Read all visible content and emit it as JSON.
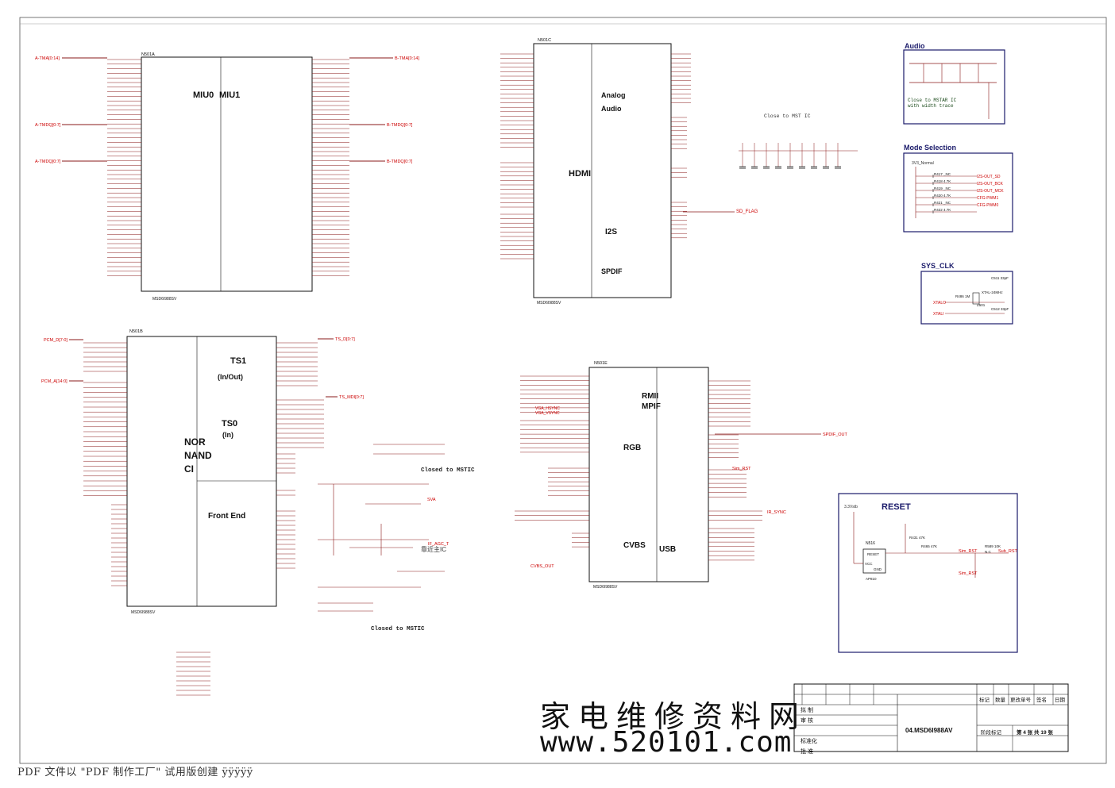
{
  "chips": {
    "u_a": {
      "ref": "N501A",
      "part": "MSD6I988SV"
    },
    "u_c": {
      "ref": "N501C",
      "part": "MSD6I988SV"
    },
    "u_b": {
      "ref": "N501B",
      "part": "MSD6I988SV"
    },
    "u_e": {
      "ref": "N501E",
      "part": "MSD6I988SV"
    }
  },
  "blocks": {
    "miu0": "MIU0",
    "miu1": "MIU1",
    "analog_audio": [
      "Analog",
      "Audio"
    ],
    "hdmi": "HDMI",
    "i2s": "I2S",
    "spdif": "SPDIF",
    "ts1": [
      "TS1",
      "(In/Out)"
    ],
    "ts0": [
      "TS0",
      "(In)"
    ],
    "nor_nand_ci": [
      "NOR",
      "NAND",
      "CI"
    ],
    "front_end": "Front End",
    "rmii": [
      "RMII",
      "MPIF"
    ],
    "rgb": "RGB",
    "cvbs": "CVBS",
    "usb": "USB"
  },
  "sections": {
    "audio": "Audio",
    "mode_selection": "Mode Selection",
    "sys_clk": "SYS_CLK",
    "reset": "RESET"
  },
  "notes": {
    "close_mstar": "Close to MSTAR IC",
    "with_width": "with width trace",
    "close_mst_ic": "Close to MST IC",
    "closed_mstic_1": "Closed to MSTIC",
    "closed_mstic_2": "Closed to MSTIC",
    "close_near": "靠近主IC"
  },
  "nets": {
    "a_tma": "A-TMA[0:14]",
    "a_tmdq_a": "A-TMDQ[0:7]",
    "a_tmdq_b": "A-TMDQ[0:7]",
    "b_tma": "B-TMA[0:14]",
    "b_tmdq_a": "B-TMDQ[0:7]",
    "b_tmdq_b": "B-TMDQ[0:7]",
    "pcm_d": "PCM_D[7:0]",
    "pcm_a": "PCM_A[14:0]",
    "ts_d": "TS_D[0:7]",
    "ts_mdi": "TS_MDI[0:7]",
    "sd_flag": "SD_FLAG",
    "spdif_out": "SPDIF_OUT",
    "sim_rst": "Sim_RST",
    "sub_rst": "Sub_RST",
    "ir_sync": "IR_SYNC",
    "vga_hsync": "VGA_HSYNC",
    "vga_vsync": "VGA_VSYNC",
    "if_agc_t": "IF_AGC_T",
    "cvbs_out": "CVBS_OUT",
    "sva": "SVA"
  },
  "mode_rows": [
    {
      "r": "R417",
      "v": "_NC",
      "net": "I2S-OUT_SD"
    },
    {
      "r": "R418",
      "v": "4.7K",
      "net": "I2S-OUT_BCK"
    },
    {
      "r": "R419",
      "v": "_NC",
      "net": "I2S-OUT_MCK"
    },
    {
      "r": "R420",
      "v": "4.7K",
      "net": "CFG-PWM1"
    },
    {
      "r": "R421",
      "v": "_NC",
      "net": "CFG-PWM0"
    },
    {
      "r": "R422",
      "v": "4.7K",
      "net": ""
    }
  ],
  "mode_rail": "3V3_Normal",
  "sysclk": {
    "xin": "XTALO",
    "xout": "XTALI",
    "crystal": "XTAL-24MHz",
    "r": "R486 1M",
    "c1": "C511 33pF",
    "c2": "C512 33pF",
    "z": "Z501"
  },
  "reset_parts": {
    "rail": "3.3Vstb",
    "ic": "N516",
    "ic_part": "AP810",
    "ic_pins": [
      "RESET",
      "VCC",
      "GND"
    ],
    "r1": "R431 47K",
    "r2": "R465 47K",
    "r3": "R589 10K",
    "r3b": "N.C"
  },
  "title_block": {
    "doc_no": "04.MSD6I988AV",
    "labels": [
      "标记",
      "数量",
      "更改单号",
      "签名",
      "日期"
    ],
    "rows": [
      "拟 制",
      "审 核",
      "",
      "标准化",
      "批 准"
    ],
    "stage": "阶段标记",
    "page": "第 4 张 共 19 张"
  },
  "watermark": {
    "cn": "家电维修资料网",
    "url": "www.520101.com"
  },
  "footer": "PDF 文件以 \"PDF 制作工厂\" 试用版创建   ÿÿÿÿÿ",
  "colors": {
    "wire": "#8a1a1a",
    "net": "#cc0000",
    "chip": "#111111",
    "frame": "#1a1a6a",
    "note": "#333333"
  }
}
